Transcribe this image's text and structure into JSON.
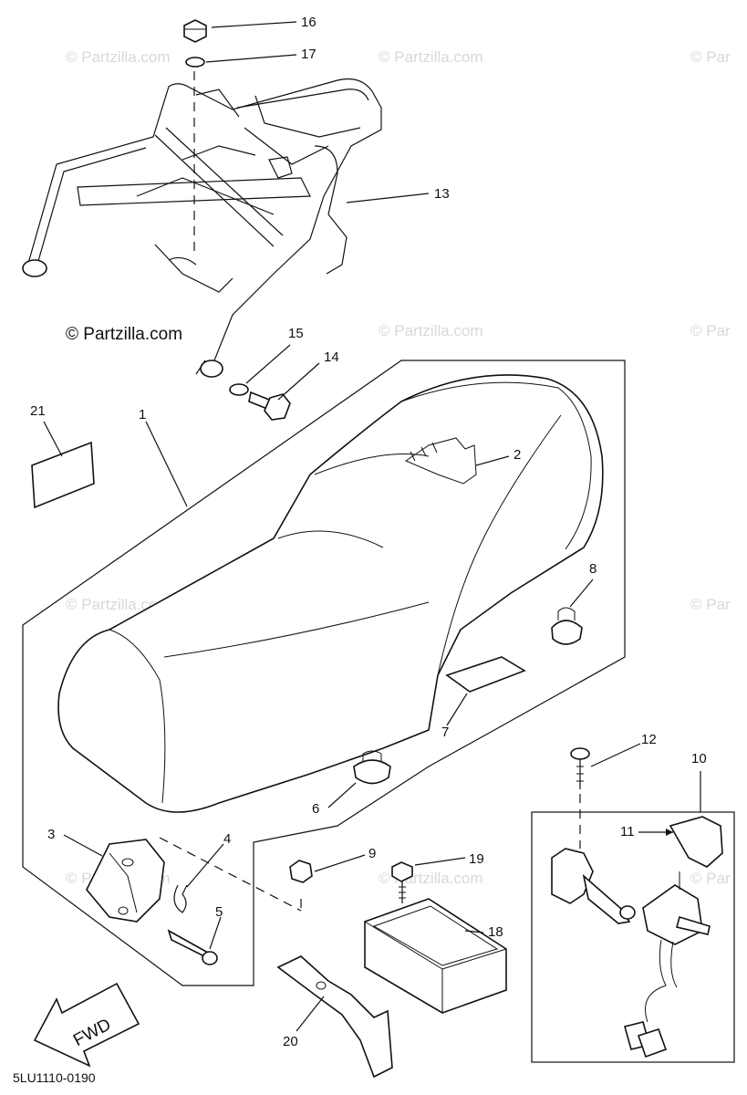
{
  "watermarks": {
    "brand": "© Partzilla.com",
    "brand_clipped": "© Par"
  },
  "diagram_code": "5LU1110-0190",
  "fwd_label": "FWD",
  "callouts": [
    {
      "id": "1",
      "label": "1"
    },
    {
      "id": "2",
      "label": "2"
    },
    {
      "id": "3",
      "label": "3"
    },
    {
      "id": "4",
      "label": "4"
    },
    {
      "id": "5",
      "label": "5"
    },
    {
      "id": "6",
      "label": "6"
    },
    {
      "id": "7",
      "label": "7"
    },
    {
      "id": "8",
      "label": "8"
    },
    {
      "id": "9",
      "label": "9"
    },
    {
      "id": "10",
      "label": "10"
    },
    {
      "id": "11",
      "label": "11"
    },
    {
      "id": "12",
      "label": "12"
    },
    {
      "id": "13",
      "label": "13"
    },
    {
      "id": "14",
      "label": "14"
    },
    {
      "id": "15",
      "label": "15"
    },
    {
      "id": "16",
      "label": "16"
    },
    {
      "id": "17",
      "label": "17"
    },
    {
      "id": "18",
      "label": "18"
    },
    {
      "id": "19",
      "label": "19"
    },
    {
      "id": "20",
      "label": "20"
    },
    {
      "id": "21",
      "label": "21"
    }
  ]
}
